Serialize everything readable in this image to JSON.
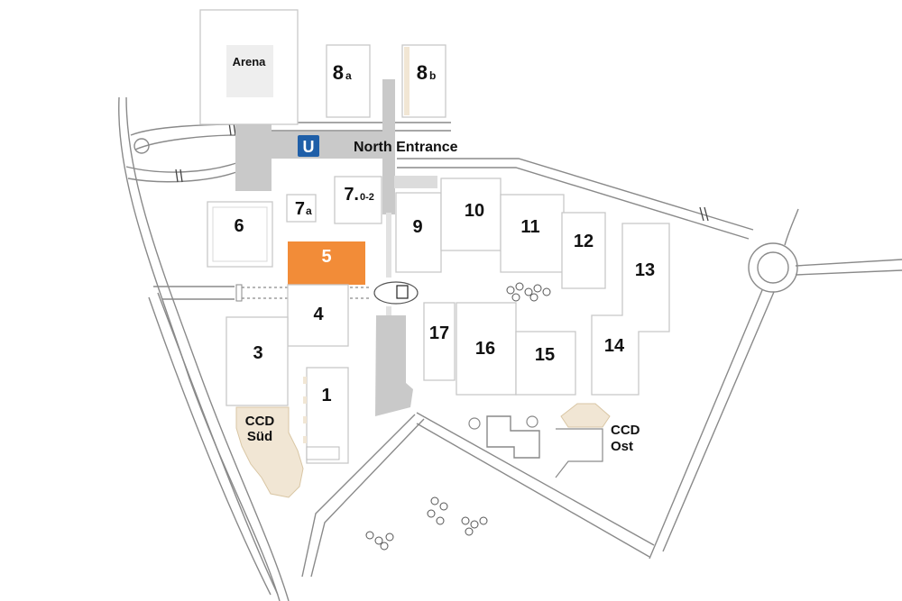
{
  "map": {
    "halls": {
      "arena": "Arena",
      "h8a_num": "8",
      "h8a_sub": "a",
      "h8b_num": "8",
      "h8b_sub": "b",
      "h7a_num": "7",
      "h7a_sub": "a",
      "h7_num": "7.",
      "h7_sub": "0-2",
      "h6": "6",
      "h5": "5",
      "h4": "4",
      "h3": "3",
      "h1": "1",
      "h9": "9",
      "h10": "10",
      "h11": "11",
      "h12": "12",
      "h13": "13",
      "h14": "14",
      "h15": "15",
      "h16": "16",
      "h17": "17"
    },
    "entrances": {
      "north": "North Entrance"
    },
    "venues": {
      "ccd_sued_line1": "CCD",
      "ccd_sued_line2": "Süd",
      "ccd_ost_line1": "CCD",
      "ccd_ost_line2": "Ost"
    },
    "icons": {
      "subway": "U"
    },
    "colors": {
      "highlight": "#f28c38",
      "venue": "#f1e6d4",
      "walkway": "#c9c9c9",
      "subway_blue": "#1f5fa8"
    },
    "highlighted_hall": "5"
  }
}
